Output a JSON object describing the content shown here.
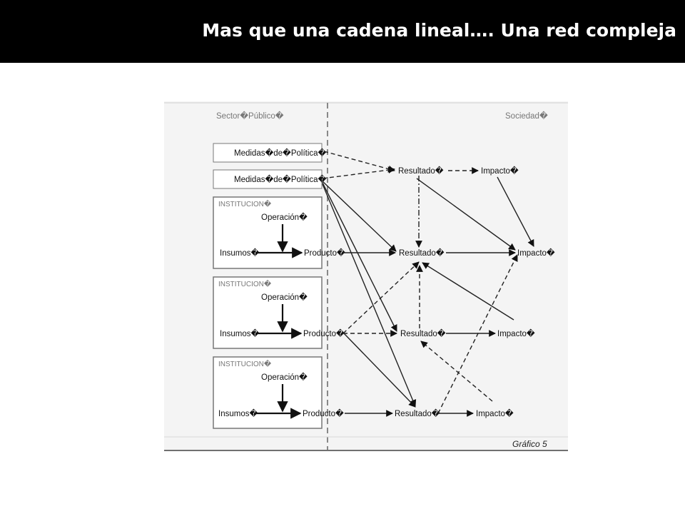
{
  "header": {
    "title": "Mas que una cadena lineal…. Una red compleja"
  },
  "diagram": {
    "sector_publico": "Sector�Público�",
    "sociedad": "Sociedad�",
    "medidas_1": "Medidas�de�Política�",
    "medidas_2": "Medidas�de�Política�",
    "instituciones": [
      {
        "label": "INSTITUCION�",
        "operacion": "Operación�",
        "insumos": "Insumos�",
        "producto": "Producto�"
      },
      {
        "label": "INSTITUCION�",
        "operacion": "Operación�",
        "insumos": "Insumos�",
        "producto": "Producto�"
      },
      {
        "label": "INSTITUCION�",
        "operacion": "Operación�",
        "insumos": "Insumos�",
        "producto": "Producto�"
      }
    ],
    "resultados": [
      "Resultado�",
      "Resultado�",
      "Resultado�",
      "Resultado�"
    ],
    "impactos": [
      "Impacto�",
      "Impacto�",
      "Impacto�",
      "Impacto�"
    ],
    "caption": "Gráfico 5"
  }
}
